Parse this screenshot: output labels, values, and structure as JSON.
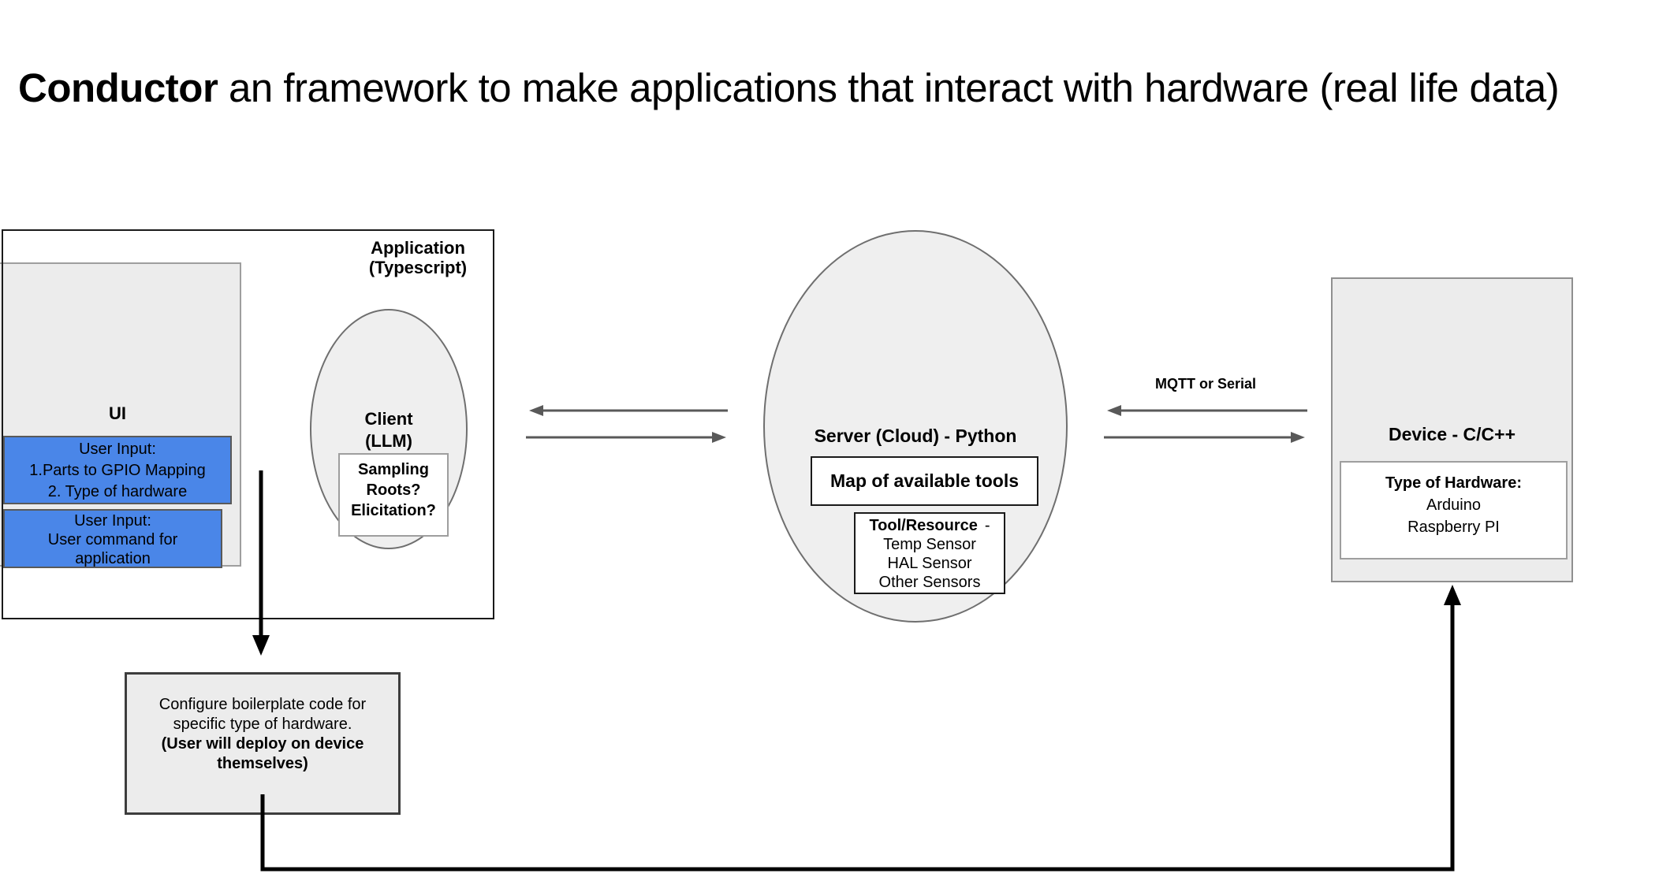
{
  "title": {
    "brand": "Conductor",
    "rest": " an framework to make applications that interact with hardware (real life data)"
  },
  "application_box": {
    "title_line1": "Application",
    "title_line2": "(Typescript)"
  },
  "ui_panel": {
    "title": "UI",
    "user_input_mapping": {
      "lines": [
        "User Input:",
        "1.Parts to GPIO Mapping",
        "2. Type of hardware"
      ]
    },
    "user_input_command": {
      "lines": [
        "User Input:",
        "User command for",
        "application"
      ]
    }
  },
  "client": {
    "title_line1": "Client",
    "title_line2": "(LLM)",
    "capabilities_box": {
      "lines": [
        "Sampling",
        "Roots?",
        "Elicitation?"
      ]
    }
  },
  "server": {
    "title": "Server (Cloud) - Python",
    "map_box_label": "Map of available tools",
    "tools_box": {
      "heading": "Tool/Resource",
      "dash": "-",
      "items": [
        "Temp Sensor",
        "HAL Sensor",
        "Other Sensors"
      ]
    }
  },
  "device": {
    "title": "Device - C/C++",
    "hardware_box": {
      "heading": "Type of Hardware:",
      "items": [
        "Arduino",
        "Raspberry PI"
      ]
    }
  },
  "connections": {
    "protocol_label": "MQTT or Serial"
  },
  "configure_box": {
    "lines_regular": [
      "Configure boilerplate code for",
      "specific type of hardware."
    ],
    "lines_bold": [
      "(User will deploy on device",
      "themselves)"
    ]
  },
  "colors": {
    "accent_blue": "#4a86e8",
    "panel_gray": "#ececec",
    "ellipse_gray": "#efefef",
    "arrow_gray": "#595959",
    "black": "#000000"
  }
}
